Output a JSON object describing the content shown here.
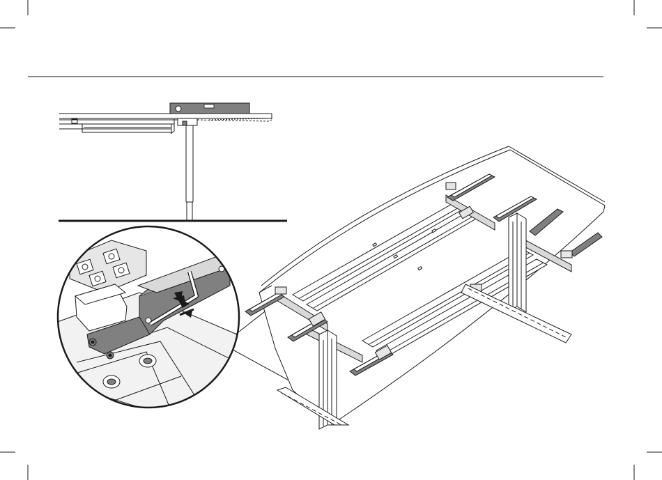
{
  "page": {
    "background": "#ffffff",
    "line_color": "#1a1a1a",
    "part_fill": "#808080",
    "light_fill": "#e6e6e6"
  },
  "figures": [
    {
      "id": "level-detail",
      "icons": [
        "spirit-level-icon",
        "table-leg-icon"
      ]
    },
    {
      "id": "zoom-detail",
      "icons": [
        "allen-key-icon",
        "bolt-icon",
        "arrow-icon"
      ]
    },
    {
      "id": "table-assembly",
      "icons": [
        "tabletop-icon",
        "frame-icon",
        "foot-icon"
      ]
    }
  ]
}
